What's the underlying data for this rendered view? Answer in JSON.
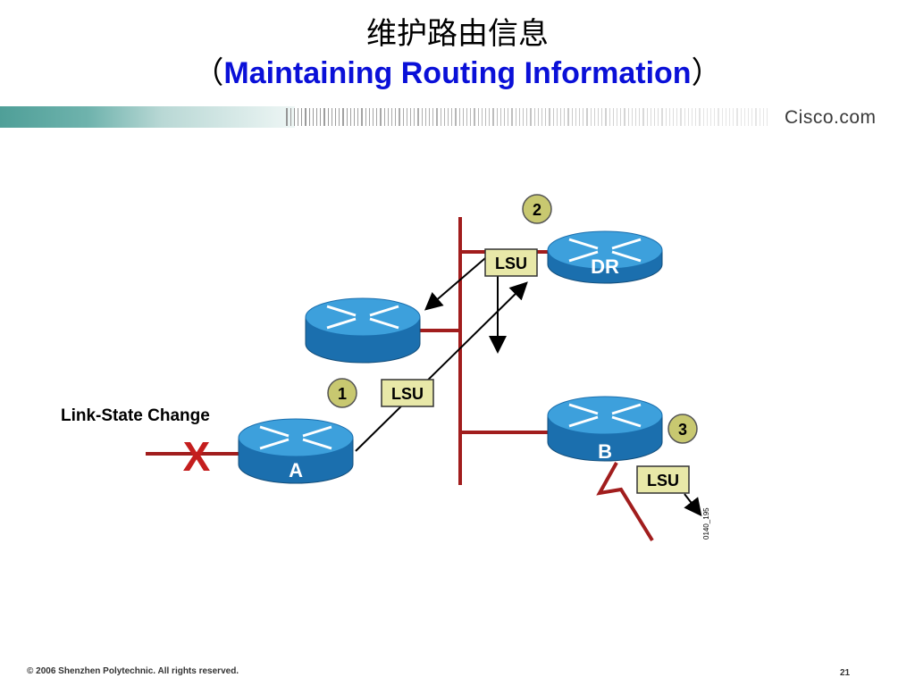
{
  "slide": {
    "title_cn": "维护路由信息",
    "title_en_open": "（",
    "title_en": "Maintaining Routing Information",
    "title_en_close": "）",
    "brand": "Cisco.com",
    "footer": "© 2006 Shenzhen Polytechnic. All rights reserved.",
    "page_number": "21"
  },
  "diagram": {
    "link_state_change_label": "Link-State Change",
    "failure_mark": "X",
    "routers": {
      "a": "A",
      "b": "B",
      "dr": "DR"
    },
    "steps": [
      "1",
      "2",
      "3"
    ],
    "packet_label": "LSU",
    "figure_id": "0140_195"
  },
  "colors": {
    "title_en": "#0a10d8",
    "router_top": "#3da0dc",
    "router_side": "#1b6fae",
    "network_line": "#a11d1d",
    "badge_fill": "#c8c870",
    "lsu_fill": "#e8e8a8",
    "failure_x": "#c41e1e"
  }
}
